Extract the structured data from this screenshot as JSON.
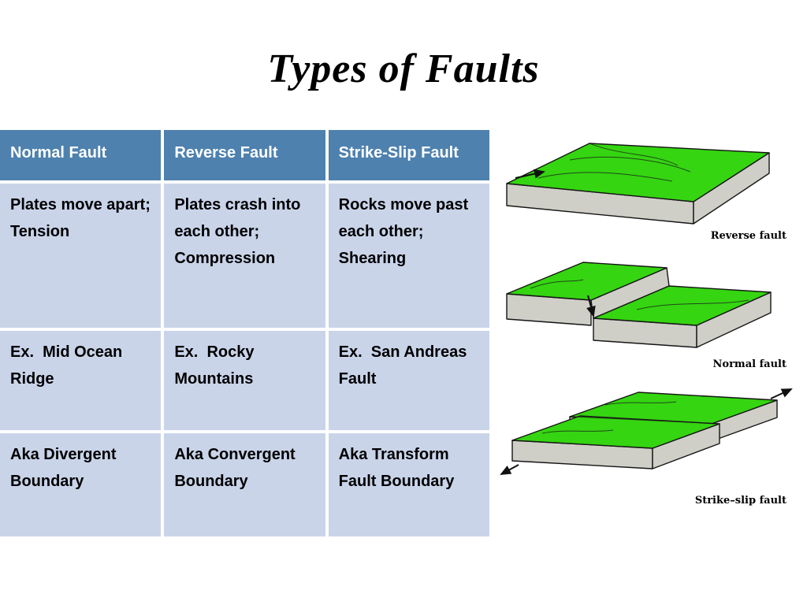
{
  "slide": {
    "title": "Types of Faults",
    "background": "#ffffff"
  },
  "table": {
    "header_bg": "#4E81AE",
    "header_text_color": "#ffffff",
    "body_bg": "#C9D4E9",
    "columns": [
      {
        "header": "Normal Fault",
        "description": "Plates move apart; Tension",
        "example": "Ex.  Mid Ocean Ridge",
        "aka": "Aka Divergent Boundary"
      },
      {
        "header": "Reverse Fault",
        "description": "Plates crash into each other; Compression",
        "example": "Ex.  Rocky Mountains",
        "aka": "Aka Convergent Boundary"
      },
      {
        "header": "Strike-Slip Fault",
        "description": "Rocks move past each other; Shearing",
        "example": "Ex.  San Andreas Fault",
        "aka": "Aka Transform Fault Boundary"
      }
    ]
  },
  "diagrams": {
    "items": [
      {
        "label": "Reverse fault"
      },
      {
        "label": "Normal fault"
      },
      {
        "label": "Strike–slip fault"
      }
    ],
    "colors": {
      "surface_green": "#35D511",
      "rock_gray": "#CFCFC8",
      "outline": "#151515"
    }
  }
}
